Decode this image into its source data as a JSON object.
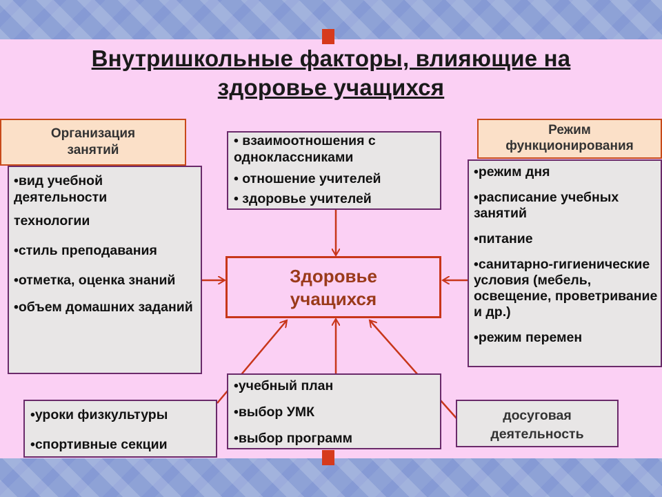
{
  "title": {
    "line1": "Внутришкольные факторы, влияющие на",
    "line2": "здоровье учащихся"
  },
  "center": {
    "line1": "Здоровье",
    "line2": "учащихся"
  },
  "org": {
    "header": [
      "Организация",
      "занятий"
    ],
    "items": [
      "•вид учебной деятельности",
      "технологии",
      "•стиль преподавания",
      "•отметка, оценка знаний",
      "•объем домашних заданий"
    ]
  },
  "relations": {
    "items": [
      "• взаимоотношения с одноклассниками",
      "• отношение учителей",
      "• здоровье учителей"
    ]
  },
  "regime": {
    "header": [
      "Режим",
      "функционирования"
    ],
    "items": [
      "•режим дня",
      "•расписание учебных занятий",
      "•питание",
      "•санитарно-гигиенические условия (мебель, освещение, проветривание и др.)",
      "•режим перемен"
    ]
  },
  "plan": {
    "items": [
      "•учебный план",
      "•выбор УМК",
      "•выбор программ"
    ]
  },
  "sport": {
    "items": [
      "•уроки физкультуры",
      "•спортивные секции"
    ]
  },
  "leisure": {
    "line1": "досуговая",
    "line2": "деятельность"
  },
  "colors": {
    "arrow": "#c8361a",
    "slide": "#fbd0f4",
    "marker": "#d63a1c"
  }
}
